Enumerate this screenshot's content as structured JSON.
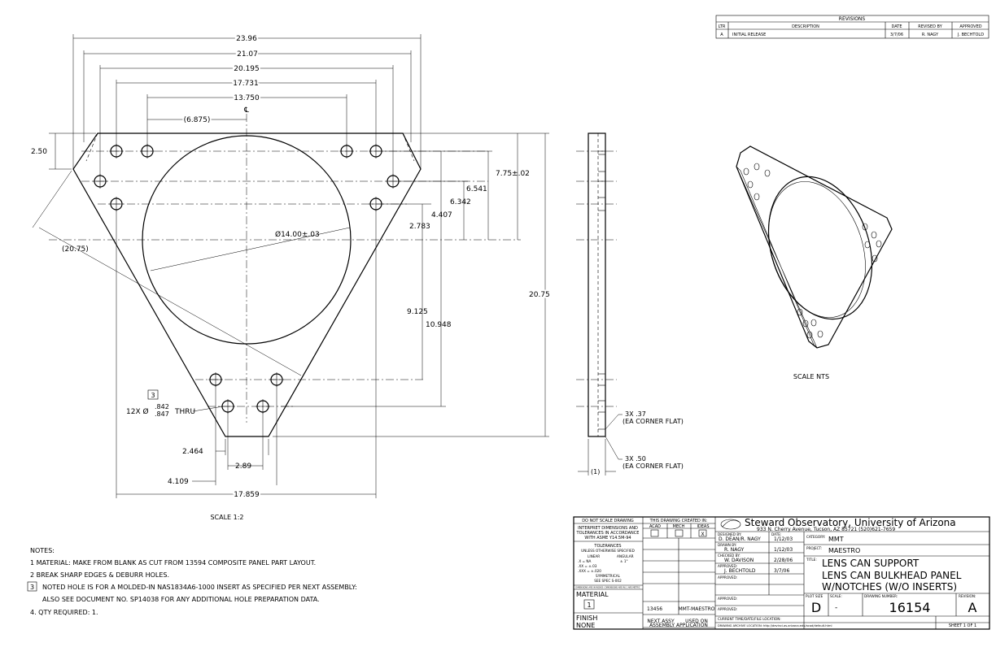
{
  "revisions": {
    "title": "REVISIONS",
    "headers": [
      "LTR",
      "DESCRIPTION",
      "DATE",
      "REVISED BY",
      "APPROVED"
    ],
    "rows": [
      [
        "A",
        "INITIAL RELEASE",
        "3/7/06",
        "R. NAGY",
        "J. BECHTOLD"
      ]
    ]
  },
  "dims": {
    "d1": "23.96",
    "d2": "21.07",
    "d3": "20.195",
    "d4": "17.731",
    "d5": "13.750",
    "d6": "(6.875)",
    "cl": "℄",
    "d7": "2.50",
    "d8": "(20.75)",
    "d9": "Ø14.00±.03",
    "d10": "7.75±.02",
    "d11": "6.541",
    "d12": "6.342",
    "d13": "4.407",
    "d14": "2.783",
    "d15": "20.75",
    "d16": "9.125",
    "d17": "10.948",
    "hole_note_num": "3",
    "hole_qty": "12X Ø",
    "hole_up": ".842",
    "hole_lo": ".847",
    "hole_thru": "THRU",
    "d18": "2.464",
    "d19": "2.89",
    "d20": "4.109",
    "d21": "17.859"
  },
  "side": {
    "flat1a": "3X .37",
    "flat1b": "(EA CORNER FLAT)",
    "flat2a": "3X .50",
    "flat2b": "(EA CORNER FLAT)",
    "thick": "(1)"
  },
  "scale_main": "SCALE 1:2",
  "scale_iso": "SCALE NTS",
  "notes": {
    "title": "NOTES:",
    "n1": "1  MATERIAL: MAKE FROM BLANK AS CUT FROM 13594 COMPOSITE PANEL PART LAYOUT.",
    "n2": "2  BREAK SHARP EDGES & DEBURR HOLES.",
    "n3num": "3",
    "n3": "NOTED HOLE IS FOR A MOLDED-IN NAS1834A6-1000 INSERT AS SPECIFIED PER NEXT ASSEMBLY:",
    "n3b": "ALSO SEE DOCUMENT NO. SP14038 FOR ANY ADDITIONAL HOLE PREPARATION DATA.",
    "n4": "4. QTY REQUIRED: 1."
  },
  "tb": {
    "dns": "DO NOT SCALE DRAWING",
    "interp1": "INTERPRET DIMENSIONS AND",
    "interp2": "TOLERANCES IN ACCORDANCE",
    "interp3": "WITH ASME Y14.5M-94",
    "tol": "TOLERANCES",
    "tol_sub": "UNLESS OTHERWISE SPECIFIED",
    "linear": "LINEAR",
    "angular": "ANGULAR",
    "lin1": ".X    = NA",
    "lin2": ".XX  = ±.03",
    "lin3": ".XXX = ±.020",
    "ang": "± 1°",
    "sym": "SYMMETRICAL",
    "spec": "SEE SPEC S-002",
    "fine": "DIMENSIONS ARE IN INCHES / DIMENSIONS ARE IN [ ] ARE METRIC",
    "material": "MATERIAL",
    "mat_num": "1",
    "finish": "FINISH",
    "finish_val": "NONE",
    "created": "THIS DRAWING CREATED IN:",
    "acad": "ACAD",
    "mech": "MECH",
    "ideas": "IDEAS",
    "ideas_mark": "X",
    "assy_num": "13456",
    "assy_name": "MMT-MAESTRO",
    "next_assy": "NEXT ASSY",
    "used_on": "USED ON",
    "assy_app": "ASSEMBLY APPLICATION",
    "org": "Steward Observatory, University of Arizona",
    "addr": "933 N. Cherry Avenue, Tucson, AZ  85721    (520)621-7659",
    "designed_lbl": "DESIGNED BY:",
    "designed": "D. DEAN/R. NAGY",
    "date_lbl": "DATE:",
    "designed_date": "1/12/03",
    "drawn_lbl": "DRAWN BY:",
    "drawn": "R. NAGY",
    "drawn_date": "1/12/03",
    "checked_lbl": "CHECKED BY:",
    "checked": "W. DAVISON",
    "checked_date": "2/28/06",
    "approved_lbl": "APPROVED:",
    "approved": "J. BECHTOLD",
    "approved_date": "3/7/06",
    "approved2": "APPROVED:",
    "approved3": "APPROVED:",
    "approved4": "APPROVED:",
    "cat_lbl": "CATEGORY:",
    "cat": "MMT",
    "proj_lbl": "PROJECT:",
    "proj": "MAESTRO",
    "title_lbl": "TITLE:",
    "title1": "LENS CAN SUPPORT",
    "title2": "LENS CAN BULKHEAD PANEL",
    "title3": "W/NOTCHES (W/O INSERTS)",
    "plot_lbl": "PLOT SIZE",
    "plot": "D",
    "scale_lbl": "SCALE:",
    "scale": "-",
    "dwg_lbl": "DRAWING NUMBER:",
    "dwg": "16154",
    "rev_lbl": "REVISION:",
    "rev": "A",
    "cur_time": "CURRENT TIME/DATE/FILE LOCATION:",
    "archive": "DRAWING ARCHIVE LOCATION: http://devinci.as.arizona.edu/acad/default.html",
    "sheet": "SHEET 1 OF 1"
  }
}
